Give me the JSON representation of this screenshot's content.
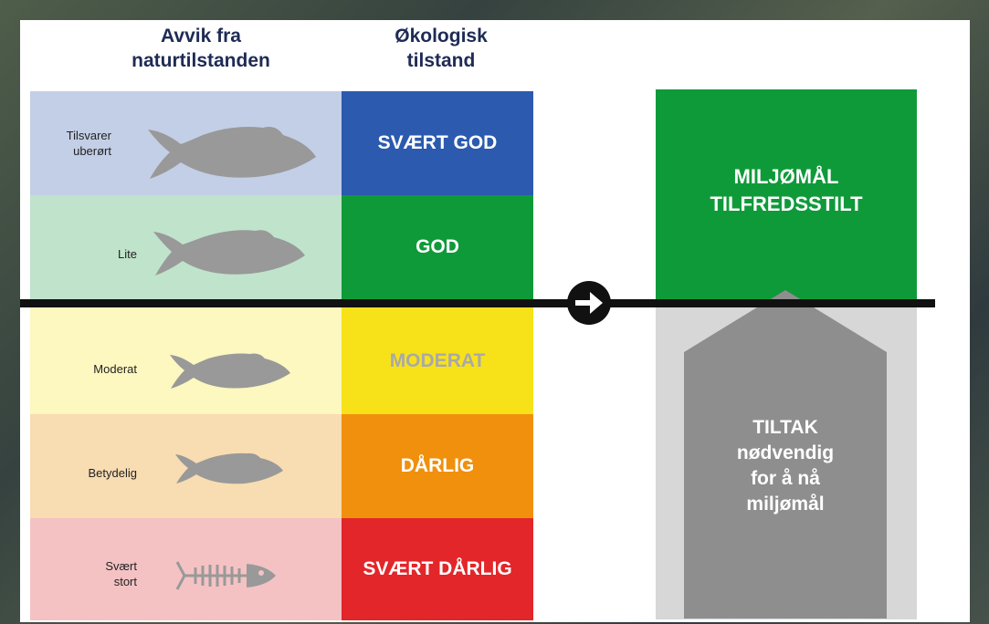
{
  "headers": {
    "deviation": "Avvik fra\nnaturtilstanden",
    "status": "Økologisk\ntilstand"
  },
  "rows": [
    {
      "deviation": "Tilsvarer\nuberørt",
      "status": "SVÆRT GOD",
      "left_color": "#c3cfe6",
      "status_color": "#2b5aae",
      "status_text_color": "#ffffff"
    },
    {
      "deviation": "Lite",
      "status": "GOD",
      "left_color": "#bfe3cb",
      "status_color": "#0f9a3a",
      "status_text_color": "#ffffff"
    },
    {
      "deviation": "Moderat",
      "status": "MODERAT",
      "left_color": "#fdf7c0",
      "status_color": "#f7e21a",
      "status_text_color": "#a9a9a9"
    },
    {
      "deviation": "Betydelig",
      "status": "DÅRLIG",
      "left_color": "#f8dcb2",
      "status_color": "#f0900d",
      "status_text_color": "#ffffff"
    },
    {
      "deviation": "Svært\nstort",
      "status": "SVÆRT DÅRLIG",
      "left_color": "#f5c2c4",
      "status_color": "#e2262a",
      "status_text_color": "#ffffff"
    }
  ],
  "goal": {
    "text": "MILJØMÅL\nTILFREDSSTILT",
    "color": "#0f9a3a"
  },
  "measures": {
    "text": "TILTAK\nnødvendig\nfor å nå\nmiljømål",
    "color": "#8e8e8e",
    "bg_color": "#d7d7d7"
  },
  "icons": {
    "fish": "fish-icon",
    "skeleton": "fish-skeleton-icon",
    "arrow": "arrow-right-circle-icon"
  }
}
